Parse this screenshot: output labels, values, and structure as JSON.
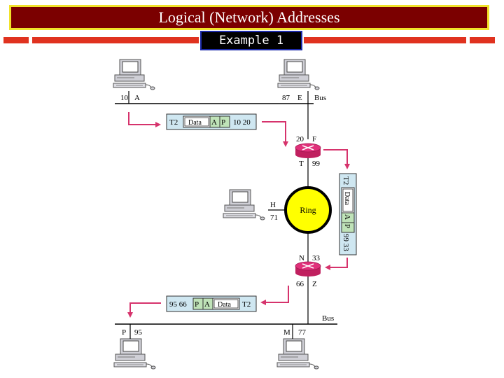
{
  "slide": {
    "title": "Logical (Network) Addresses",
    "subtitle": "Example 1"
  },
  "diagram": {
    "labels": {
      "host_a_addr": "10",
      "host_a_name": "A",
      "host_e_addr": "87",
      "host_e_name": "E",
      "bus_top": "Bus",
      "router1_f_addr": "20",
      "router1_f_name": "F",
      "router1_t_name": "T",
      "router1_t_addr": "99",
      "ring": "Ring",
      "host_h_name": "H",
      "host_h_addr": "71",
      "router2_n_name": "N",
      "router2_n_addr": "33",
      "router2_z_addr": "66",
      "router2_z_name": "Z",
      "bus_bottom": "Bus",
      "host_p_name": "P",
      "host_p_addr": "95",
      "host_m_name": "M",
      "host_m_addr": "77"
    },
    "packet1": {
      "t": "T2",
      "data": "Data",
      "a": "A",
      "p": "P",
      "addrs": "10 20"
    },
    "packet2": {
      "t": "T2",
      "data": "Data",
      "a": "A",
      "p": "P",
      "addrs": "99 33"
    },
    "packet3": {
      "addrs": "95 66",
      "p": "P",
      "a": "A",
      "data": "Data",
      "t": "T2"
    },
    "colors": {
      "title_bg": "#7b0000",
      "title_border": "#f1e22a",
      "rule": "#e0321f",
      "arrow": "#d6336c",
      "router": "#e0307a",
      "ring": "#ffff00",
      "packet_bg": "#cfe7f1",
      "addr_bg": "#bfe3b8"
    }
  }
}
